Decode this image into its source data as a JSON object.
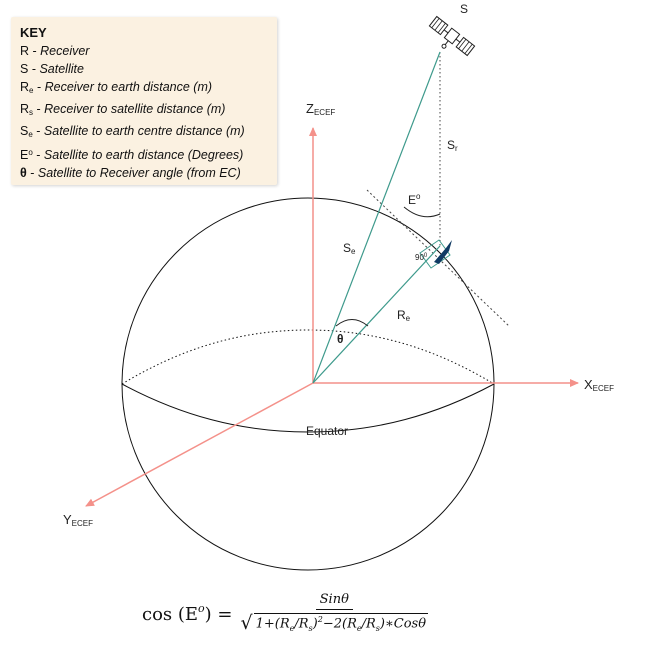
{
  "key": {
    "title": "KEY",
    "rows": [
      {
        "sym": "R",
        "sub": "",
        "sup": "",
        "sep": " - ",
        "desc": "Receiver"
      },
      {
        "sym": "S",
        "sub": "",
        "sup": "",
        "sep": " - ",
        "desc": "Satellite"
      },
      {
        "sym": "R",
        "sub": "e",
        "sup": "",
        "sep": " - ",
        "desc": "Receiver to earth distance (m)"
      },
      {
        "sym": "R",
        "sub": "s",
        "sup": "",
        "sep": " - ",
        "desc": "Receiver to satellite distance (m)"
      },
      {
        "sym": "S",
        "sub": "e",
        "sup": "",
        "sep": " - ",
        "desc": "Satellite to earth centre distance (m)"
      },
      {
        "sym": "E",
        "sub": "",
        "sup": "o",
        "sep": " - ",
        "desc": "Satellite to earth distance (Degrees)"
      },
      {
        "sym": "θ",
        "sub": "",
        "sup": "",
        "sep": " - ",
        "desc": "Satellite to Receiver angle (from EC)"
      }
    ]
  },
  "labels": {
    "satellite": "S",
    "z_axis": "Z",
    "z_sub": "ECEF",
    "x_axis": "X",
    "x_sub": "ECEF",
    "y_axis": "Y",
    "y_sub": "ECEF",
    "sr": "S",
    "sr_sub": "r",
    "eo": "E",
    "eo_sup": "o",
    "se": "S",
    "se_sub": "e",
    "re": "R",
    "re_sub": "e",
    "right_angle": "90",
    "right_angle_sup": "0",
    "theta": "θ",
    "equator": "Equator"
  },
  "formula": {
    "lhs": "cos (E",
    "lhs_sup": "o",
    "lhs_close": ") =",
    "numerator": "Sinθ",
    "denominator_parts": [
      "1+(R",
      "e",
      "/R",
      "s",
      ")",
      "2",
      "−2(R",
      "e",
      "/R",
      "s",
      ")∗Cosθ"
    ]
  },
  "colors": {
    "axis": "#f4918a",
    "sightline": "#3e9a8c",
    "sphere": "#111111",
    "receiver": "#0f3a63",
    "key_bg": "#fbf1e1"
  }
}
